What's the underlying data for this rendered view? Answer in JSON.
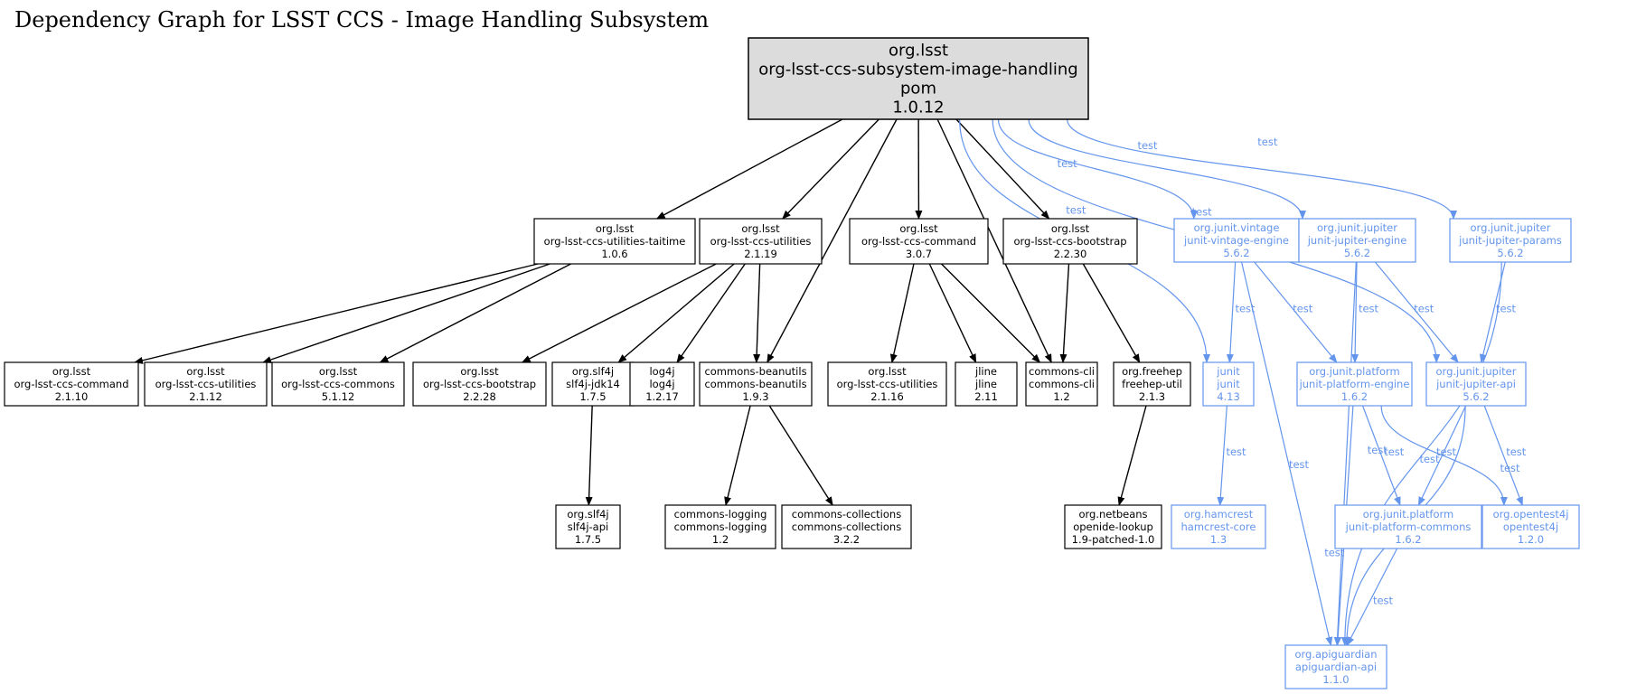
{
  "title": "Dependency Graph for LSST CCS - Image Handling Subsystem",
  "colors": {
    "compile": "#000000",
    "test": "#6495ed",
    "root_fill": "#dcdcdc"
  },
  "nodes": [
    {
      "id": "root",
      "lines": [
        "org.lsst",
        "org-lsst-ccs-subsystem-image-handling",
        "pom",
        "1.0.12"
      ],
      "root": true
    },
    {
      "id": "taitime",
      "lines": [
        "org.lsst",
        "org-lsst-ccs-utilities-taitime",
        "1.0.6"
      ]
    },
    {
      "id": "utilities2119",
      "lines": [
        "org.lsst",
        "org-lsst-ccs-utilities",
        "2.1.19"
      ]
    },
    {
      "id": "command307",
      "lines": [
        "org.lsst",
        "org-lsst-ccs-command",
        "3.0.7"
      ]
    },
    {
      "id": "bootstrap2230",
      "lines": [
        "org.lsst",
        "org-lsst-ccs-bootstrap",
        "2.2.30"
      ]
    },
    {
      "id": "vintage",
      "lines": [
        "org.junit.vintage",
        "junit-vintage-engine",
        "5.6.2"
      ],
      "test": true
    },
    {
      "id": "jupengine",
      "lines": [
        "org.junit.jupiter",
        "junit-jupiter-engine",
        "5.6.2"
      ],
      "test": true
    },
    {
      "id": "jupparams",
      "lines": [
        "org.junit.jupiter",
        "junit-jupiter-params",
        "5.6.2"
      ],
      "test": true
    },
    {
      "id": "command2110",
      "lines": [
        "org.lsst",
        "org-lsst-ccs-command",
        "2.1.10"
      ]
    },
    {
      "id": "utilities2112",
      "lines": [
        "org.lsst",
        "org-lsst-ccs-utilities",
        "2.1.12"
      ]
    },
    {
      "id": "commons5112",
      "lines": [
        "org.lsst",
        "org-lsst-ccs-commons",
        "5.1.12"
      ]
    },
    {
      "id": "bootstrap2228",
      "lines": [
        "org.lsst",
        "org-lsst-ccs-bootstrap",
        "2.2.28"
      ]
    },
    {
      "id": "slf4jjdk14",
      "lines": [
        "org.slf4j",
        "slf4j-jdk14",
        "1.7.5"
      ]
    },
    {
      "id": "log4j",
      "lines": [
        "log4j",
        "log4j",
        "1.2.17"
      ]
    },
    {
      "id": "beanutils",
      "lines": [
        "commons-beanutils",
        "commons-beanutils",
        "1.9.3"
      ]
    },
    {
      "id": "utilities2116",
      "lines": [
        "org.lsst",
        "org-lsst-ccs-utilities",
        "2.1.16"
      ]
    },
    {
      "id": "jline",
      "lines": [
        "jline",
        "jline",
        "2.11"
      ]
    },
    {
      "id": "commonscli",
      "lines": [
        "commons-cli",
        "commons-cli",
        "1.2"
      ]
    },
    {
      "id": "freehep",
      "lines": [
        "org.freehep",
        "freehep-util",
        "2.1.3"
      ]
    },
    {
      "id": "junit",
      "lines": [
        "junit",
        "junit",
        "4.13"
      ],
      "test": true
    },
    {
      "id": "platengine",
      "lines": [
        "org.junit.platform",
        "junit-platform-engine",
        "1.6.2"
      ],
      "test": true
    },
    {
      "id": "jupapi",
      "lines": [
        "org.junit.jupiter",
        "junit-jupiter-api",
        "5.6.2"
      ],
      "test": true
    },
    {
      "id": "slf4japi",
      "lines": [
        "org.slf4j",
        "slf4j-api",
        "1.7.5"
      ]
    },
    {
      "id": "logging",
      "lines": [
        "commons-logging",
        "commons-logging",
        "1.2"
      ]
    },
    {
      "id": "collections",
      "lines": [
        "commons-collections",
        "commons-collections",
        "3.2.2"
      ]
    },
    {
      "id": "openide",
      "lines": [
        "org.netbeans",
        "openide-lookup",
        "1.9-patched-1.0"
      ]
    },
    {
      "id": "hamcrest",
      "lines": [
        "org.hamcrest",
        "hamcrest-core",
        "1.3"
      ],
      "test": true
    },
    {
      "id": "platcommons",
      "lines": [
        "org.junit.platform",
        "junit-platform-commons",
        "1.6.2"
      ],
      "test": true
    },
    {
      "id": "opentest4j",
      "lines": [
        "org.opentest4j",
        "opentest4j",
        "1.2.0"
      ],
      "test": true
    },
    {
      "id": "apiguardian",
      "lines": [
        "org.apiguardian",
        "apiguardian-api",
        "1.1.0"
      ],
      "test": true
    }
  ],
  "edges": [
    {
      "from": "root",
      "to": "taitime"
    },
    {
      "from": "root",
      "to": "utilities2119"
    },
    {
      "from": "root",
      "to": "beanutils"
    },
    {
      "from": "root",
      "to": "command307"
    },
    {
      "from": "root",
      "to": "commonscli"
    },
    {
      "from": "root",
      "to": "bootstrap2230"
    },
    {
      "from": "root",
      "to": "junit",
      "label": "test"
    },
    {
      "from": "root",
      "to": "vintage",
      "label": "test"
    },
    {
      "from": "root",
      "to": "jupengine",
      "label": "test"
    },
    {
      "from": "root",
      "to": "jupapi",
      "label": "test"
    },
    {
      "from": "root",
      "to": "jupparams",
      "label": "test"
    },
    {
      "from": "taitime",
      "to": "command2110"
    },
    {
      "from": "taitime",
      "to": "utilities2112"
    },
    {
      "from": "taitime",
      "to": "commons5112"
    },
    {
      "from": "utilities2119",
      "to": "bootstrap2228"
    },
    {
      "from": "utilities2119",
      "to": "slf4jjdk14"
    },
    {
      "from": "utilities2119",
      "to": "log4j"
    },
    {
      "from": "utilities2119",
      "to": "beanutils"
    },
    {
      "from": "command307",
      "to": "utilities2116"
    },
    {
      "from": "command307",
      "to": "jline"
    },
    {
      "from": "command307",
      "to": "commonscli"
    },
    {
      "from": "bootstrap2230",
      "to": "commonscli"
    },
    {
      "from": "bootstrap2230",
      "to": "freehep"
    },
    {
      "from": "vintage",
      "to": "junit",
      "label": "test"
    },
    {
      "from": "vintage",
      "to": "platengine",
      "label": "test"
    },
    {
      "from": "vintage",
      "to": "apiguardian",
      "label": "test"
    },
    {
      "from": "jupengine",
      "to": "platengine",
      "label": "test"
    },
    {
      "from": "jupengine",
      "to": "jupapi",
      "label": "test"
    },
    {
      "from": "jupengine",
      "to": "apiguardian",
      "label": "test"
    },
    {
      "from": "jupparams",
      "to": "jupapi",
      "label": "test"
    },
    {
      "from": "jupparams",
      "to": "apiguardian",
      "label": "test"
    },
    {
      "from": "slf4jjdk14",
      "to": "slf4japi"
    },
    {
      "from": "beanutils",
      "to": "logging"
    },
    {
      "from": "beanutils",
      "to": "collections"
    },
    {
      "from": "freehep",
      "to": "openide"
    },
    {
      "from": "junit",
      "to": "hamcrest",
      "label": "test"
    },
    {
      "from": "platengine",
      "to": "platcommons",
      "label": "test"
    },
    {
      "from": "platengine",
      "to": "opentest4j",
      "label": "test"
    },
    {
      "from": "platengine",
      "to": "apiguardian",
      "label": "test"
    },
    {
      "from": "jupapi",
      "to": "platcommons",
      "label": "test"
    },
    {
      "from": "jupapi",
      "to": "opentest4j",
      "label": "test"
    },
    {
      "from": "jupapi",
      "to": "apiguardian",
      "label": "test"
    },
    {
      "from": "platcommons",
      "to": "apiguardian",
      "label": "test"
    }
  ]
}
